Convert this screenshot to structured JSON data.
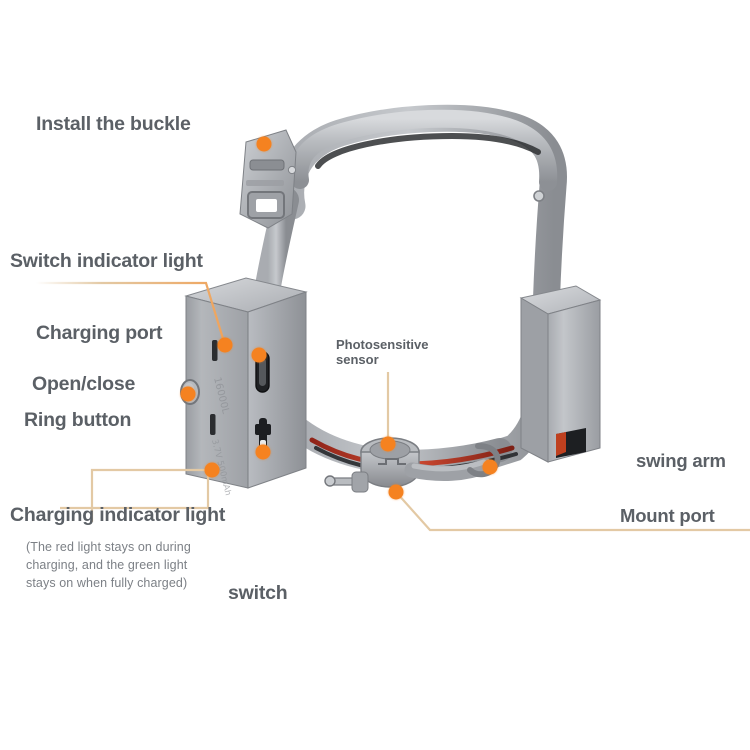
{
  "diagram": {
    "title": "Pet collar device annotated parts diagram",
    "background_color": "#ffffff",
    "accent_color": "#f58220",
    "leader_color": "#e3c9a4",
    "label_color": "#5b6066",
    "note_color": "#7c8086"
  },
  "callouts": [
    {
      "id": "install-the-buckle",
      "label": "Install the buckle",
      "size": "lg"
    },
    {
      "id": "switch-indicator-light",
      "label": "Switch indicator light",
      "size": "lg"
    },
    {
      "id": "charging-port",
      "label": "Charging port",
      "size": "lg"
    },
    {
      "id": "open-close",
      "label": "Open/close",
      "size": "lg"
    },
    {
      "id": "ring-button",
      "label": "Ring button",
      "size": "lg"
    },
    {
      "id": "charging-indicator-light",
      "label": "Charging indicator light",
      "size": "lg"
    },
    {
      "id": "switch",
      "label": "switch",
      "size": "lg"
    },
    {
      "id": "photosensitive-sensor",
      "label": "Photosensitive\nsensor",
      "size": "sm"
    },
    {
      "id": "swing-arm",
      "label": "swing arm",
      "size": "md"
    },
    {
      "id": "mount-port",
      "label": "Mount port",
      "size": "md"
    }
  ],
  "notes": {
    "charging_indicator_note": "(The red light stays on during charging, and the green light stays on when fully charged)"
  },
  "labels": {
    "install_the_buckle": "Install the buckle",
    "switch_indicator_light": "Switch indicator light",
    "charging_port": "Charging port",
    "open_close": "Open/close",
    "ring_button": "Ring button",
    "charging_indicator_light": "Charging indicator light",
    "switch": "switch",
    "photosensitive_sensor_line1": "Photosensitive",
    "photosensitive_sensor_line2": "sensor",
    "swing_arm": "swing arm",
    "mount_port": "Mount port"
  }
}
